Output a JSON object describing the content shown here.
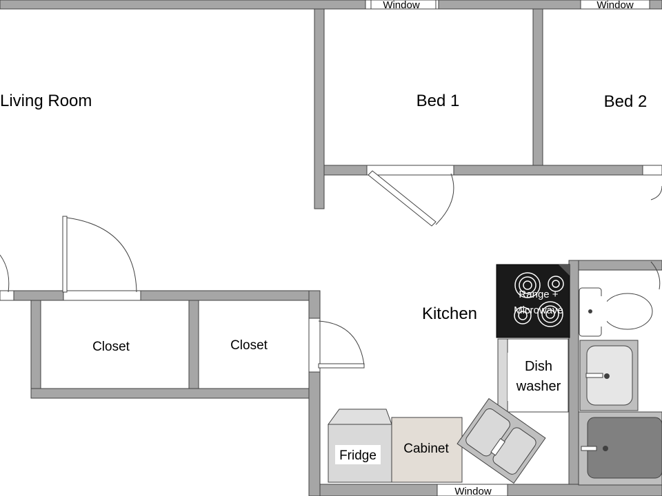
{
  "rooms": {
    "living_room": "Living Room",
    "bed_1": "Bed 1",
    "bed_2": "Bed 2",
    "kitchen": "Kitchen",
    "closet_left": "Closet",
    "closet_right": "Closet"
  },
  "windows": {
    "top_middle": "Window",
    "top_right": "Window",
    "bottom": "Window"
  },
  "fixtures": {
    "range_line1": "Range +",
    "range_line2": "Microwave",
    "dishwasher_line1": "Dish",
    "dishwasher_line2": "washer",
    "fridge": "Fridge",
    "cabinet": "Cabinet"
  },
  "colors": {
    "wall": "#a6a6a6",
    "wall_outline": "#404040",
    "range": "#1a1a1a",
    "cabinet": "#e3ddd6"
  }
}
